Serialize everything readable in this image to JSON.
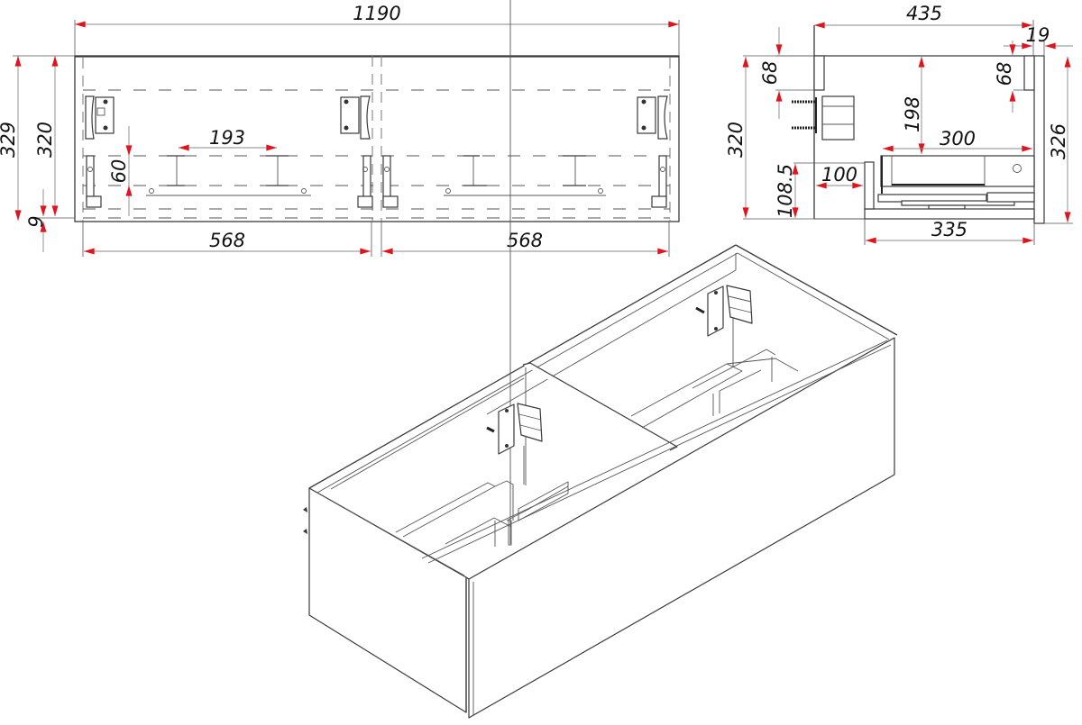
{
  "drawing": {
    "title": "Wall-hung vanity cabinet technical drawing",
    "line_color": "#3a3a3a",
    "arrow_color": "#e0141e",
    "views": [
      "front-view",
      "side-view",
      "isometric-view"
    ]
  },
  "front_view": {
    "overall_width": "1190",
    "overall_height": "329",
    "body_height": "320",
    "bottom_offset": "9",
    "drawer_runner_height": "60",
    "runner_spacing": "193",
    "left_drawer_width": "568",
    "right_drawer_width": "568"
  },
  "side_view": {
    "overall_depth": "435",
    "front_thickness": "19",
    "hanger_height_left": "68",
    "hanger_height_right": "68",
    "top_to_drawer": "198",
    "drawer_depth": "300",
    "body_height": "320",
    "front_height": "326",
    "drawer_bottom_height": "108.5",
    "rear_gap": "100",
    "drawer_box_depth": "335"
  }
}
